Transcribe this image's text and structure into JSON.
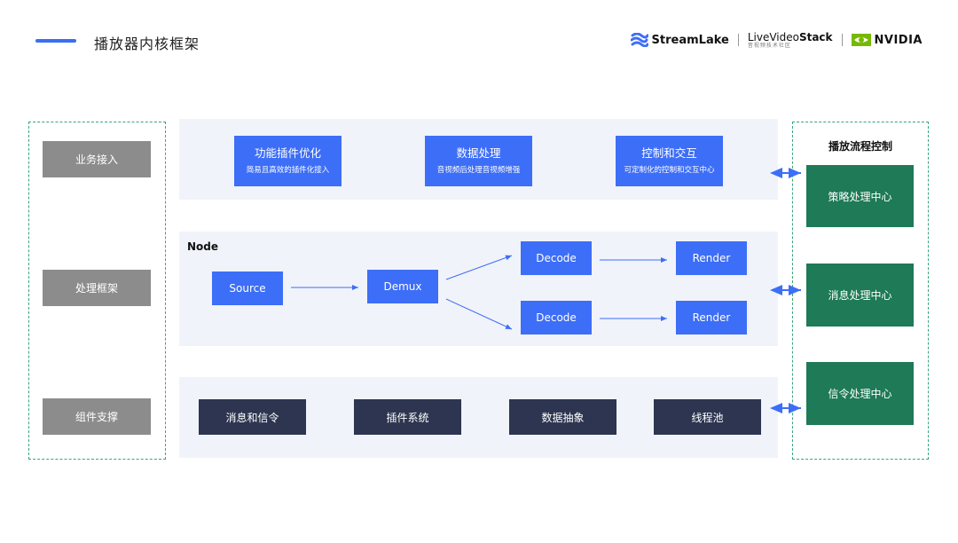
{
  "header": {
    "title": "播放器内核框架",
    "logos": {
      "streamlake": "StreamLake",
      "livevideostack_main_prefix": "LiveVideo",
      "livevideostack_main_bold": "Stack",
      "livevideostack_sub": "音视频技术社区",
      "nvidia": "NVIDIA"
    }
  },
  "left_column": {
    "items": [
      "业务接入",
      "处理框架",
      "组件支撑"
    ]
  },
  "business_row": {
    "features": [
      {
        "title": "功能插件优化",
        "subtitle": "简易且高效的插件化接入"
      },
      {
        "title": "数据处理",
        "subtitle": "音视频后处理音视频增强"
      },
      {
        "title": "控制和交互",
        "subtitle": "可定制化的控制和交互中心"
      }
    ]
  },
  "pipeline": {
    "label": "Node",
    "source": "Source",
    "demux": "Demux",
    "decode_1": "Decode",
    "decode_2": "Decode",
    "render_1": "Render",
    "render_2": "Render"
  },
  "component_row": {
    "items": [
      "消息和信令",
      "插件系统",
      "数据抽象",
      "线程池"
    ]
  },
  "control_column": {
    "title": "播放流程控制",
    "items": [
      "策略处理中心",
      "消息处理中心",
      "信令处理中心"
    ]
  },
  "colors": {
    "accent_blue": "#3d6ef7",
    "gray": "#8c8c8c",
    "navy": "#2d3550",
    "green": "#1e7a57",
    "frame_dashed": "#3aa57a",
    "panel_bg": "#f1f3fb"
  }
}
